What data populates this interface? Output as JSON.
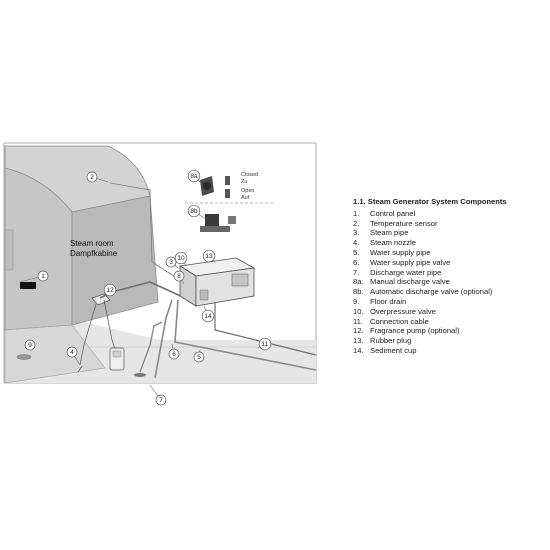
{
  "room": {
    "label_line1": "Steam room",
    "label_line2": "Dampfkabine"
  },
  "valve_states": {
    "closed": "Closed",
    "closed_de": "Zu",
    "open": "Open",
    "open_de": "Auf"
  },
  "callouts": [
    "1",
    "2",
    "3",
    "4",
    "5",
    "6",
    "7",
    "8",
    "8a",
    "8b",
    "9",
    "10",
    "11",
    "12",
    "13",
    "14"
  ],
  "legend": {
    "title": "1.1. Steam Generator System Components",
    "items": [
      {
        "num": "1.",
        "label": "Control panel"
      },
      {
        "num": "2.",
        "label": "Temperature sensor"
      },
      {
        "num": "3.",
        "label": "Steam pipe"
      },
      {
        "num": "4.",
        "label": "Steam nozzle"
      },
      {
        "num": "5.",
        "label": "Water supply pipe"
      },
      {
        "num": "6.",
        "label": "Water supply pipe valve"
      },
      {
        "num": "7.",
        "label": "Discharge water pipe"
      },
      {
        "num": "8a.",
        "label": "Manual discharge valve"
      },
      {
        "num": "8b.",
        "label": "Automatic discharge valve (optional)"
      },
      {
        "num": "9.",
        "label": "Floor drain"
      },
      {
        "num": "10.",
        "label": "Overpressure valve"
      },
      {
        "num": "11.",
        "label": "Connection cable"
      },
      {
        "num": "12.",
        "label": "Fragrance pump (optional)"
      },
      {
        "num": "13.",
        "label": "Rubber plug"
      },
      {
        "num": "14.",
        "label": "Sediment cup"
      }
    ]
  }
}
